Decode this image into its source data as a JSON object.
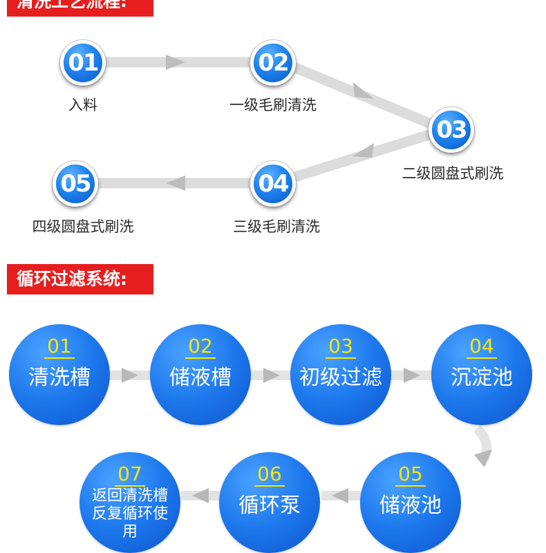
{
  "section1": {
    "title": "清洗工艺流程:",
    "steps": [
      {
        "num": "01",
        "label": "入料"
      },
      {
        "num": "02",
        "label": "一级毛刷清洗"
      },
      {
        "num": "03",
        "label": "二级圆盘式刷洗"
      },
      {
        "num": "04",
        "label": "三级毛刷清洗"
      },
      {
        "num": "05",
        "label": "四级圆盘式刷洗"
      }
    ]
  },
  "section2": {
    "title": "循环过滤系统:",
    "steps": [
      {
        "num": "01",
        "label": "清洗槽"
      },
      {
        "num": "02",
        "label": "储液槽"
      },
      {
        "num": "03",
        "label": "初级过滤"
      },
      {
        "num": "04",
        "label": "沉淀池"
      },
      {
        "num": "05",
        "label": "储液池"
      },
      {
        "num": "06",
        "label": "循环泵"
      },
      {
        "num": "07",
        "label": "返回清洗槽反复循环使用"
      }
    ]
  },
  "colors": {
    "banner": "#e61e1e",
    "node_blue": "#1f83ee",
    "step_number": "#ffe600",
    "connector": "#d9d9d9"
  }
}
